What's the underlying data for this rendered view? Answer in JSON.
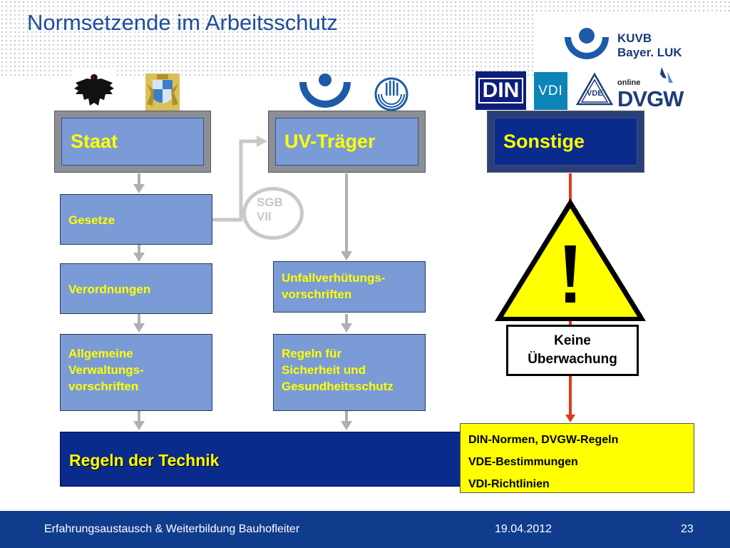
{
  "title": "Normsetzende im Arbeitsschutz",
  "brand": {
    "line1": "KUVB",
    "line2": "Bayer. LUK"
  },
  "logos": {
    "din": "DIN",
    "vdi": "VDI",
    "dvgw_prefix": "online",
    "dvgw": "DVGW"
  },
  "columns": {
    "staat": {
      "label": "Staat",
      "items": [
        "Gesetze",
        "Verordnungen",
        "Allgemeine\nVerwaltungs-\nvorschriften"
      ]
    },
    "uv": {
      "label": "UV-Träger",
      "items": [
        "Unfallverhütungs-\nvorschriften",
        "Regeln für\nSicherheit und\nGesundheitsschutz"
      ]
    },
    "sonstige": {
      "label": "Sonstige"
    }
  },
  "sgb": "SGB\nVII",
  "warning": {
    "text": "Keine\nÜberwachung"
  },
  "regeln": "Regeln der Technik",
  "norms": [
    "DIN-Normen, DVGW-Regeln",
    "VDE-Bestimmungen",
    "VDI-Richtlinien"
  ],
  "footer": {
    "left": "Erfahrungsaustausch & Weiterbildung Bauhofleiter",
    "date": "19.04.2012",
    "page": "23"
  },
  "colors": {
    "title": "#1f4d9c",
    "box_fill": "#7b9bd6",
    "box_text": "#ffff00",
    "dark_blue": "#0a2a8c",
    "footer": "#103c8e",
    "arrow_gray": "#b0b0b0",
    "arrow_red": "#e03a1e"
  }
}
